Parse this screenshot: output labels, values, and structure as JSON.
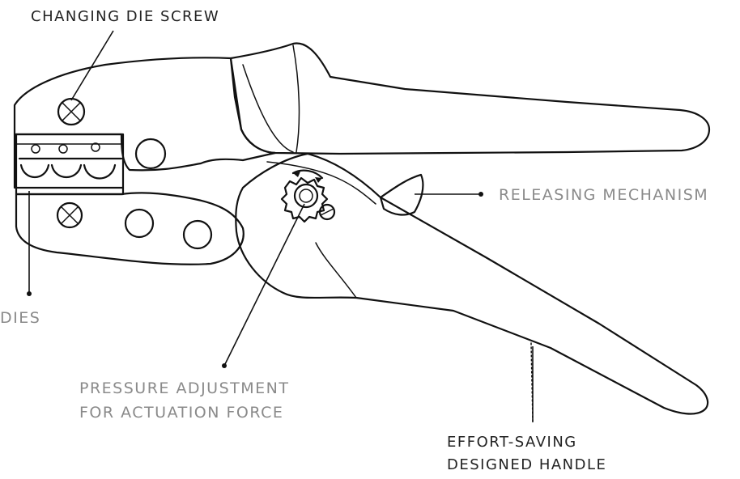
{
  "labels": {
    "changing_die_screw": "CHANGING DIE SCREW",
    "dies": "DIES",
    "releasing_mechanism": "RELEASING MECHANISM",
    "pressure_line1": "PRESSURE ADJUSTMENT",
    "pressure_line2": "FOR ACTUATION FORCE",
    "effort_line1": "EFFORT-SAVING",
    "effort_line2": "DESIGNED HANDLE"
  },
  "colors": {
    "line_art": "#111111",
    "label_dark": "#222222",
    "label_grey": "#8a8a8a",
    "background": "#ffffff"
  }
}
